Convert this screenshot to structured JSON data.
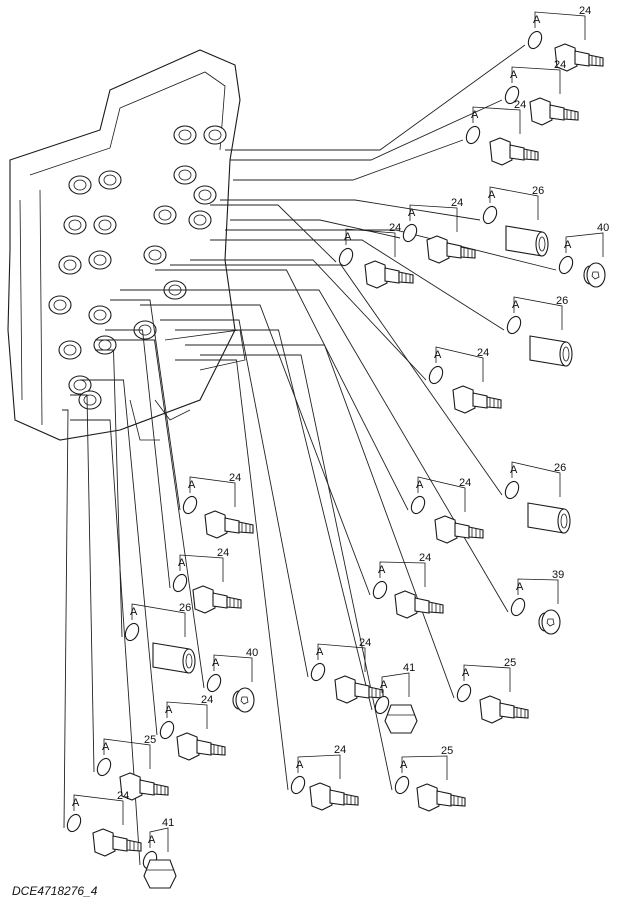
{
  "diagram_code": "DCE4718276_4",
  "callout_seal_label": "A",
  "callouts": [
    {
      "id": "c1",
      "part": "24",
      "kind": "fitting"
    },
    {
      "id": "c2",
      "part": "24",
      "kind": "fitting"
    },
    {
      "id": "c3",
      "part": "24",
      "kind": "fitting"
    },
    {
      "id": "c4",
      "part": "26",
      "kind": "adapter"
    },
    {
      "id": "c5",
      "part": "40",
      "kind": "plug"
    },
    {
      "id": "c6",
      "part": "24",
      "kind": "fitting"
    },
    {
      "id": "c7",
      "part": "24",
      "kind": "fitting"
    },
    {
      "id": "c8",
      "part": "26",
      "kind": "adapter"
    },
    {
      "id": "c9",
      "part": "24",
      "kind": "fitting"
    },
    {
      "id": "c10",
      "part": "26",
      "kind": "adapter"
    },
    {
      "id": "c11",
      "part": "24",
      "kind": "fitting"
    },
    {
      "id": "c12",
      "part": "24",
      "kind": "fitting"
    },
    {
      "id": "c13",
      "part": "39",
      "kind": "plug"
    },
    {
      "id": "c14",
      "part": "24",
      "kind": "fitting"
    },
    {
      "id": "c15",
      "part": "24",
      "kind": "fitting"
    },
    {
      "id": "c16",
      "part": "26",
      "kind": "adapter"
    },
    {
      "id": "c17",
      "part": "40",
      "kind": "plug"
    },
    {
      "id": "c18",
      "part": "24",
      "kind": "fitting"
    },
    {
      "id": "c19",
      "part": "41",
      "kind": "cap"
    },
    {
      "id": "c20",
      "part": "25",
      "kind": "fitting"
    },
    {
      "id": "c21",
      "part": "24",
      "kind": "fitting"
    },
    {
      "id": "c22",
      "part": "25",
      "kind": "fitting"
    },
    {
      "id": "c23",
      "part": "24",
      "kind": "fitting"
    },
    {
      "id": "c24",
      "part": "25",
      "kind": "fitting"
    },
    {
      "id": "c25",
      "part": "24",
      "kind": "fitting"
    },
    {
      "id": "c26",
      "part": "41",
      "kind": "cap"
    }
  ]
}
